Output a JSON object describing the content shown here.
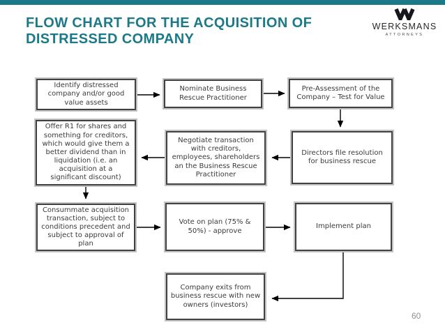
{
  "slide": {
    "page_number": "60"
  },
  "accent": {
    "bar_color": "#1b7988",
    "title_color": "#1b7988"
  },
  "header": {
    "title": "FLOW CHART FOR THE ACQUISITION OF\nDISTRESSED COMPANY",
    "logo": {
      "wordmark": "WERKSMANS",
      "tagline": "ATTORNEYS",
      "mark": "werksmans-w-icon"
    }
  },
  "flowchart": {
    "box_border_color": "#414141",
    "text_color": "#3b3b3b",
    "nodes": [
      {
        "id": "identify",
        "label": "Identify distressed\ncompany and/or good\nvalue assets"
      },
      {
        "id": "nominate",
        "label": "Nominate Business\nRescue Practitioner"
      },
      {
        "id": "preassess",
        "label": "Pre-Assessment of the\nCompany – Test for Value"
      },
      {
        "id": "offer",
        "label": "Offer R1 for shares and\nsomething for creditors,\nwhich would give them a\nbetter dividend than in\nliquidation (i.e. an\nacquisition at a\nsignificant discount)"
      },
      {
        "id": "negotiate",
        "label": "Negotiate transaction\nwith creditors,\nemployees, shareholders\nan the Business Rescue\nPractitioner"
      },
      {
        "id": "directors",
        "label": "Directors file resolution\nfor business rescue"
      },
      {
        "id": "consummate",
        "label": "Consummate acquisition\ntransaction, subject to\nconditions precedent and\nsubject to approval of\nplan"
      },
      {
        "id": "vote",
        "label": "Vote on plan (75% &\n50%) - approve"
      },
      {
        "id": "implement",
        "label": "Implement plan"
      },
      {
        "id": "exit",
        "label": "Company exits from\nbusiness rescue with new\nowners (investors)"
      }
    ],
    "edges": [
      {
        "from": "identify",
        "to": "nominate",
        "direction": "right"
      },
      {
        "from": "nominate",
        "to": "preassess",
        "direction": "right"
      },
      {
        "from": "preassess",
        "to": "directors",
        "direction": "down"
      },
      {
        "from": "directors",
        "to": "negotiate",
        "direction": "left"
      },
      {
        "from": "negotiate",
        "to": "offer",
        "direction": "left"
      },
      {
        "from": "offer",
        "to": "consummate",
        "direction": "down"
      },
      {
        "from": "consummate",
        "to": "vote",
        "direction": "right"
      },
      {
        "from": "vote",
        "to": "implement",
        "direction": "right"
      },
      {
        "from": "implement",
        "to": "exit",
        "direction": "down-left"
      }
    ]
  }
}
